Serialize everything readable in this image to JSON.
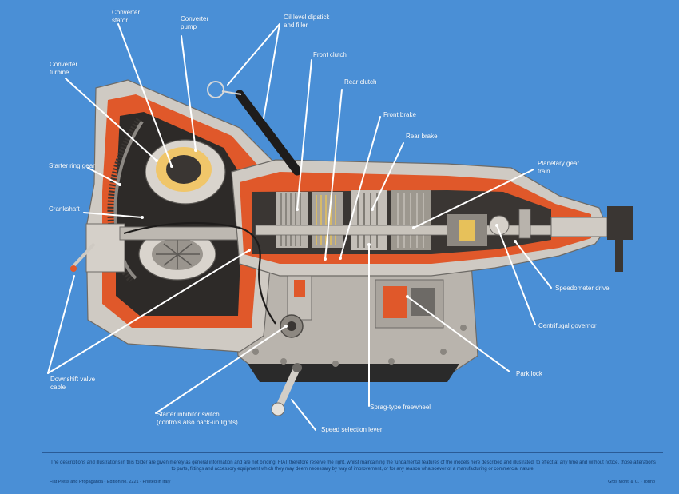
{
  "labels": {
    "converter_stator": [
      "Converter",
      "stator"
    ],
    "converter_pump": [
      "Converter",
      "pump"
    ],
    "oil_dipstick": [
      "Oil level dipstick",
      "and filler"
    ],
    "front_clutch": [
      "Front clutch"
    ],
    "rear_clutch": [
      "Rear clutch"
    ],
    "front_brake": [
      "Front brake"
    ],
    "rear_brake": [
      "Rear brake"
    ],
    "converter_turbine": [
      "Converter",
      "turbine"
    ],
    "planetary_gear_train": [
      "Planetary gear",
      "train"
    ],
    "starter_ring_gear": [
      "Starter ring gear"
    ],
    "crankshaft": [
      "Crankshaft"
    ],
    "speedometer_drive": [
      "Speedometer drive"
    ],
    "centrifugal_governor": [
      "Centrifugal governor"
    ],
    "park_lock": [
      "Park lock"
    ],
    "downshift_valve_cable": [
      "Downshift valve",
      "cable"
    ],
    "sprag_freewheel": [
      "Sprag-type freewheel"
    ],
    "starter_inhibitor_switch": [
      "Starter inhibitor switch",
      "(controls also back-up lights)"
    ],
    "speed_selection_lever": [
      "Speed selection lever"
    ]
  },
  "footer": {
    "disclaimer": "The descriptions and illustrations in this folder are given merely as general information and are not binding. FIAT therefore reserve the right, whilst maintaining the fundamental features of the models here described and illustrated, to effect at any time and without notice, those alterations to parts, fittings and accessory equipment which they may deem necessary by way of improvement, or for any reason whatsoever of a manufacturing or commercial nature.",
    "credit_left": "Fiat Press and Propaganda - Edition no. 2221 - Printed in Italy",
    "credit_right": "Gros Monti & C. - Torino"
  },
  "colors": {
    "background": "#4a8fd6",
    "casing": "#c9c4bc",
    "cutaway": "#e0582a",
    "leader_lines": "#ffffff"
  }
}
